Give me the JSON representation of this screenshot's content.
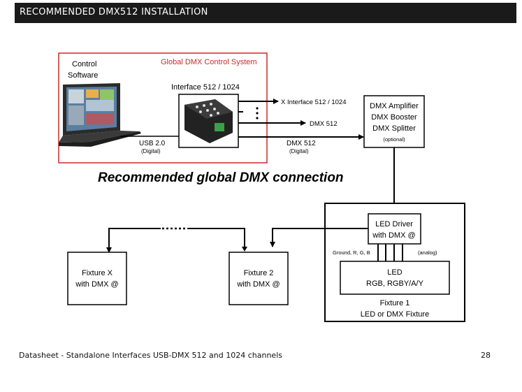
{
  "header": {
    "title": "RECOMMENDED DMX512 INSTALLATION"
  },
  "diagram": {
    "global_system_label": "Global DMX Control System",
    "control_software": [
      "Control",
      "Software"
    ],
    "interface_title": "Interface 512 / 1024",
    "usb_label": "USB 2.0",
    "usb_sub": "(Digital)",
    "x_interface_label": "X Interface 512 / 1024",
    "dmx512_label": "DMX 512",
    "dmx512_digital_label": "DMX 512",
    "dmx512_digital_sub": "(Digital)",
    "amplifier_lines": [
      "DMX Amplifier",
      "DMX Booster",
      "DMX Splitter"
    ],
    "amplifier_note": "(optional)",
    "caption": "Recommended global DMX connection",
    "led_driver_lines": [
      "LED Driver",
      "with DMX @"
    ],
    "ground_label": "Ground, R, G, B",
    "analog_label": "(analog)",
    "led_lines": [
      "LED",
      "RGB, RGBY/A/Y"
    ],
    "fixture1_lines": [
      "Fixture 1",
      "LED or DMX Fixture"
    ],
    "fixture2_lines": [
      "Fixture 2",
      "with DMX @"
    ],
    "fixtureX_lines": [
      "Fixture X",
      "with DMX @"
    ],
    "colors": {
      "accent_red": "#cc2a2a",
      "header_bg": "#1a1a1a"
    }
  },
  "footer": {
    "text": "Datasheet - Standalone Interfaces USB-DMX 512 and 1024 channels",
    "page": "28"
  }
}
